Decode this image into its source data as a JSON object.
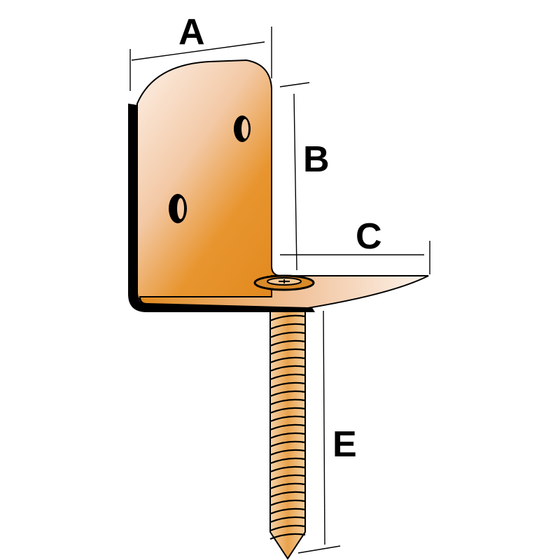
{
  "figure": {
    "labels": {
      "a": "A",
      "b": "B",
      "c": "C",
      "e": "E"
    },
    "colors": {
      "bracket_main": "#e08a1e",
      "bracket_highlight": "#fbe9dc",
      "bracket_shadow": "#c96f12",
      "outline": "#000000",
      "screw_thread": "#e6a24a",
      "background": "#ffffff"
    },
    "parts": [
      "l-bracket",
      "screw-hole",
      "screw",
      "washer"
    ]
  }
}
